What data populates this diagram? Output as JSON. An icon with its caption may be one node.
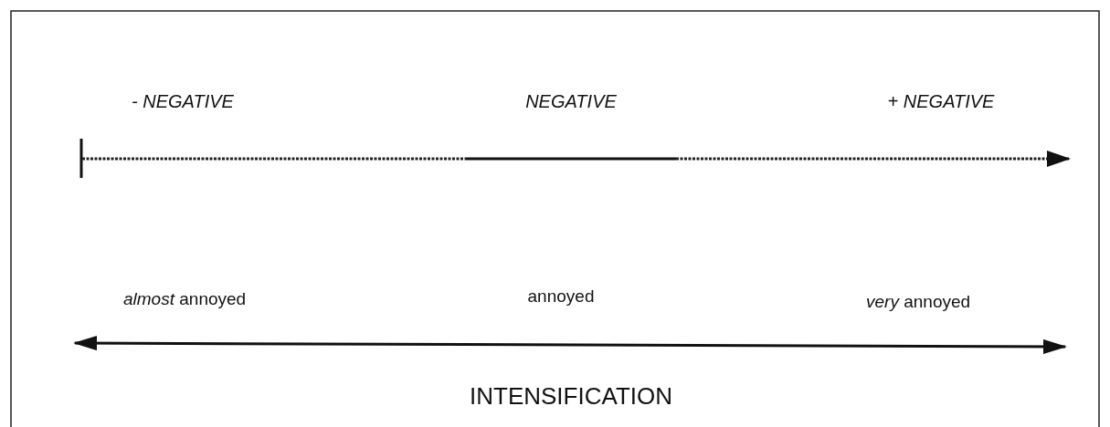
{
  "diagram": {
    "labels": [
      "- NEGATIVE",
      "NEGATIVE",
      "+ NEGATIVE",
      "*almost* annoyed",
      "annoyed",
      "*very* annoyed",
      "INTENSIFICATION"
    ]
  }
}
